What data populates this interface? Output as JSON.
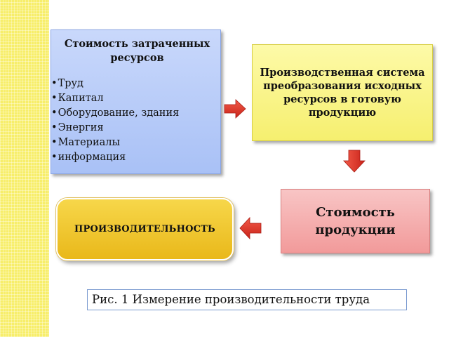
{
  "resources": {
    "title": "Стоимость затраченных ресурсов",
    "items": [
      "Труд",
      "Капитал",
      "Оборудование, здания",
      "Энергия",
      "Материалы",
      "информация"
    ]
  },
  "system": {
    "text": "Производственная система преобразования исходных ресурсов в готовую продукцию"
  },
  "product_cost": {
    "text": "Стоимость продукции"
  },
  "productivity": {
    "text": "ПРОИЗВОДИТЕЛЬНОСТЬ"
  },
  "caption": {
    "text": "Рис. 1 Измерение производительности труда"
  },
  "colors": {
    "stripe": "#f7ee6a",
    "resources_box": "#a9c1f6",
    "system_box": "#f6ef6f",
    "cost_box": "#f29a9a",
    "productivity_box": "#e9b81a",
    "arrow": "#e23a2a"
  }
}
